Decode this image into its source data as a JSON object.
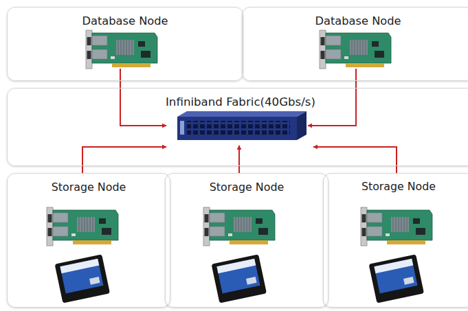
{
  "diagram": {
    "nodes": [
      {
        "text": [
          "Database Node"
        ]
      },
      {
        "text": [
          "Database Node"
        ]
      },
      {
        "text": [
          "Infiniband Fabric(40Gbs/s)"
        ]
      },
      {
        "text": [
          "Storage Node"
        ]
      },
      {
        "text": [
          "Storage Node"
        ]
      },
      {
        "text": [
          "Storage Node"
        ]
      }
    ],
    "edges": [
      {
        "from": 0,
        "to": 2,
        "arrow": "to"
      },
      {
        "from": 1,
        "to": 2,
        "arrow": "to"
      },
      {
        "from": 3,
        "to": 2,
        "arrow": "to"
      },
      {
        "from": 4,
        "to": 2,
        "arrow": "to"
      },
      {
        "from": 5,
        "to": 2,
        "arrow": "to"
      }
    ]
  }
}
